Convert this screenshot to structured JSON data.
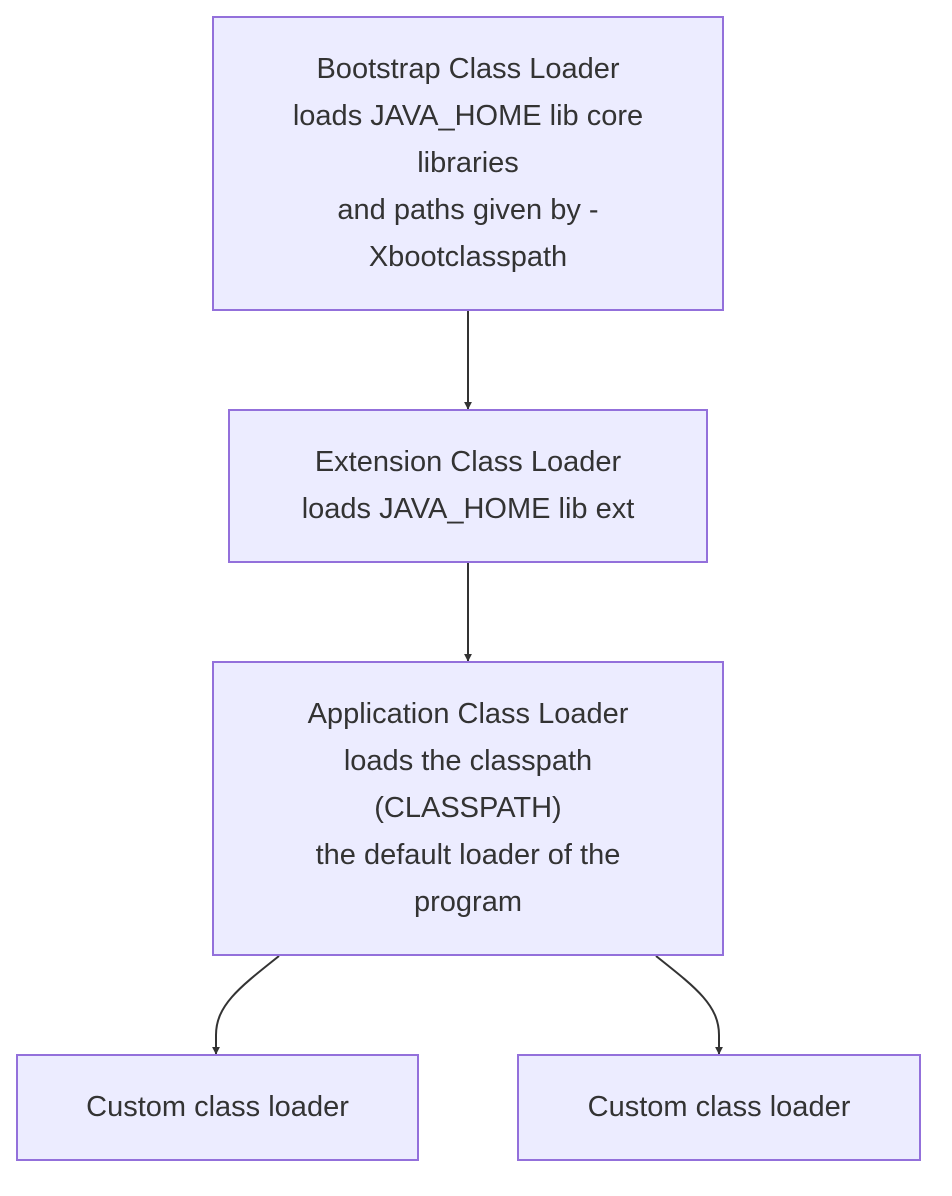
{
  "theme": {
    "node_fill": "#ececff",
    "node_border": "#9370db",
    "text_color": "#333333",
    "edge_color": "#333333"
  },
  "nodes": {
    "bootstrap": {
      "lines": [
        "Bootstrap Class Loader",
        "loads JAVA_HOME lib core",
        "libraries",
        "and paths given by -",
        "Xbootclasspath"
      ]
    },
    "extension": {
      "lines": [
        "Extension Class Loader",
        "loads JAVA_HOME lib ext"
      ]
    },
    "application": {
      "lines": [
        "Application Class Loader",
        "loads the classpath",
        "(CLASSPATH)",
        "the default loader of the",
        "program"
      ]
    },
    "custom_1": {
      "lines": [
        "Custom class loader"
      ]
    },
    "custom_2": {
      "lines": [
        "Custom class loader"
      ]
    }
  },
  "edges": [
    {
      "from": "bootstrap",
      "to": "extension"
    },
    {
      "from": "extension",
      "to": "application"
    },
    {
      "from": "application",
      "to": "custom_1"
    },
    {
      "from": "application",
      "to": "custom_2"
    }
  ]
}
